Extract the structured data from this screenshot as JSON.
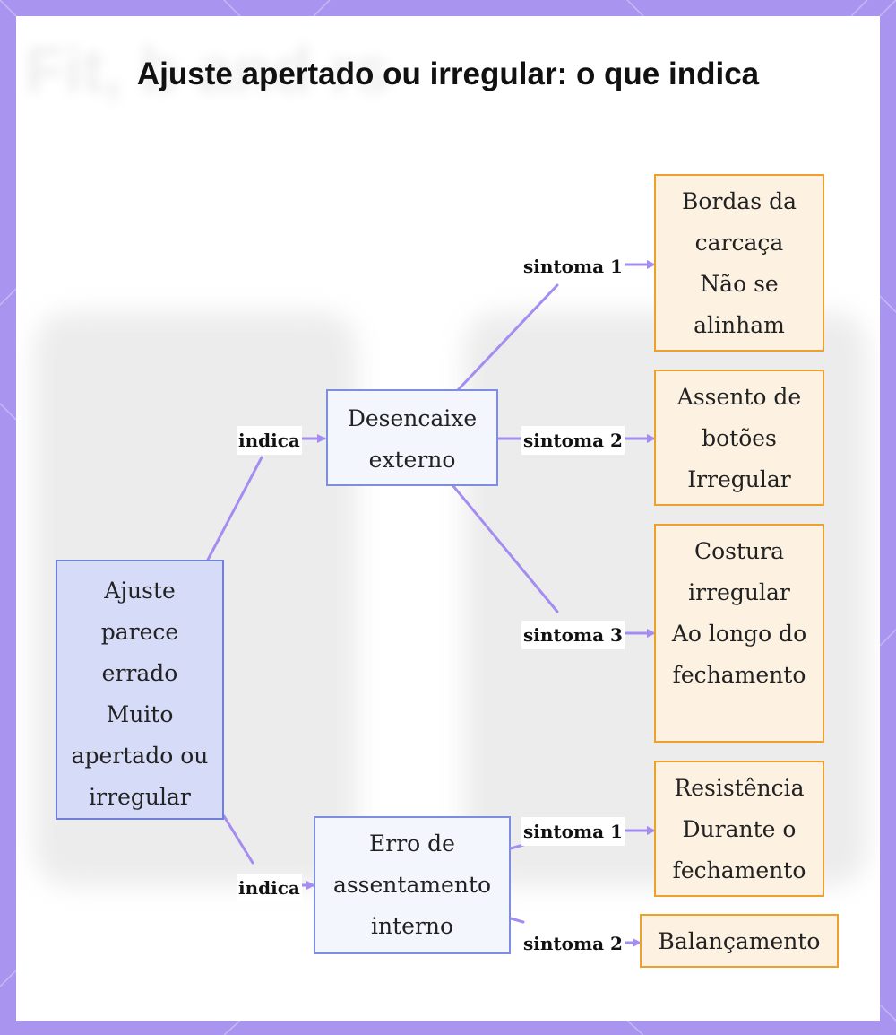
{
  "title": "Ajuste apertado ou irregular: o que indica",
  "colors": {
    "frame": "#a995f0",
    "connector": "#a58cf0",
    "root_fill": "#d6dcf8",
    "root_border": "#6f80d8",
    "mid_fill": "#f4f6fe",
    "mid_border": "#7d8ee0",
    "leaf_fill": "#fdf2e2",
    "leaf_border": "#eea12a"
  },
  "root": {
    "lines": [
      "Ajuste",
      "parece",
      "errado",
      "Muito",
      "apertado ou",
      "irregular"
    ]
  },
  "branches": [
    {
      "edge_label": "indica",
      "node_lines": [
        "Desencaixe",
        "externo"
      ],
      "symptoms": [
        {
          "label": "sintoma 1",
          "lines": [
            "Bordas da",
            "carcaça",
            "Não se",
            "alinham"
          ]
        },
        {
          "label": "sintoma 2",
          "lines": [
            "Assento de",
            "botões",
            "Irregular"
          ]
        },
        {
          "label": "sintoma 3",
          "lines": [
            "Costura",
            "irregular",
            "Ao longo do",
            "fechamento"
          ]
        }
      ]
    },
    {
      "edge_label": "indica",
      "node_lines": [
        "Erro de",
        "assentamento",
        "interno"
      ],
      "symptoms": [
        {
          "label": "sintoma 1",
          "lines": [
            "Resistência",
            "Durante o",
            "fechamento"
          ]
        },
        {
          "label": "sintoma 2",
          "lines": [
            "Balançamento"
          ]
        }
      ]
    }
  ]
}
